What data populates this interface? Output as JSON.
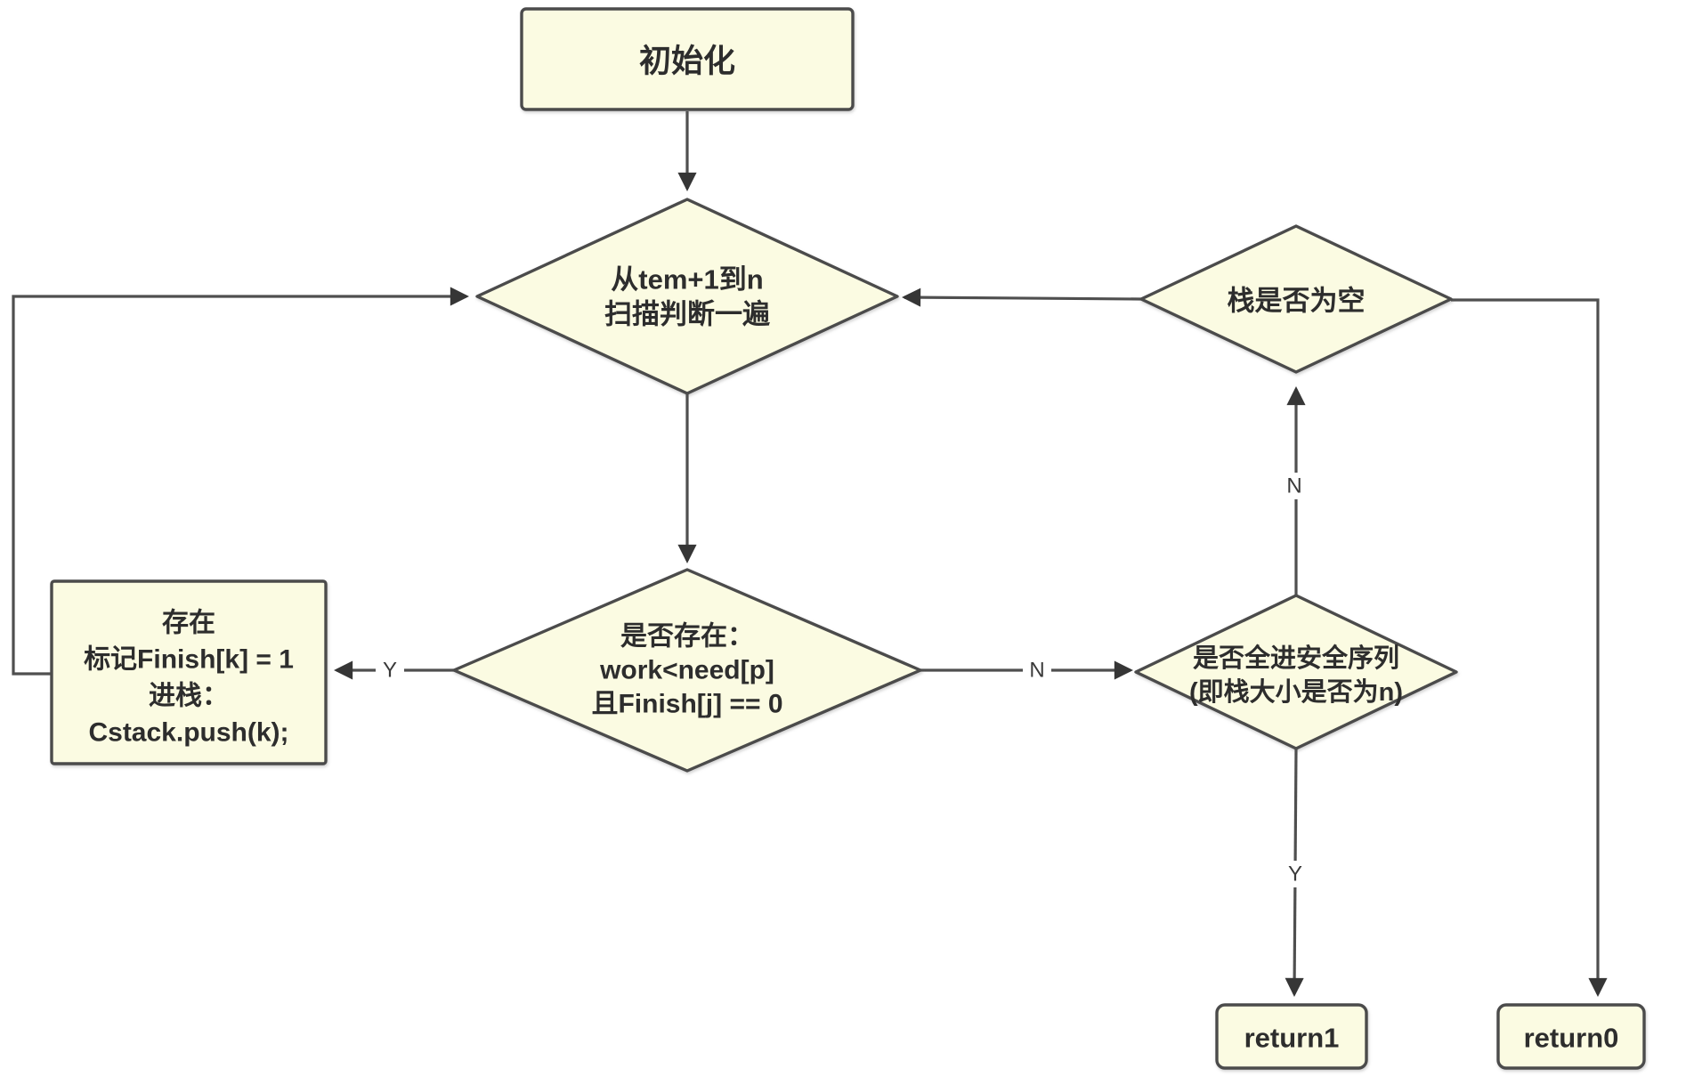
{
  "diagram": {
    "title": "banker-safety-check-flowchart",
    "nodes": {
      "init": {
        "label": "初始化"
      },
      "scan": {
        "line1": "从tem+1到n",
        "line2": "扫描判断一遍"
      },
      "stack_empty": {
        "label": "栈是否为空"
      },
      "exist_check": {
        "line1": "是否存在：",
        "line2": "work<need[p]",
        "line3": "且Finish[j] == 0"
      },
      "exist_action": {
        "line1": "存在",
        "line2": "标记Finish[k] = 1",
        "line3": "进栈：",
        "line4": "Cstack.push(k);"
      },
      "safe_seq": {
        "line1": "是否全进安全序列",
        "line2": "(即栈大小是否为n)"
      },
      "return1": {
        "label": "return1"
      },
      "return0": {
        "label": "return0"
      }
    },
    "edge_labels": {
      "exist_check_no": "N",
      "exist_check_yes": "Y",
      "safe_seq_no": "N",
      "safe_seq_yes": "Y"
    },
    "colors": {
      "node_fill": "#FBFBE2",
      "node_stroke": "#4B4B4B",
      "edge_stroke": "#4F4F4F",
      "arrowhead": "#363636",
      "text": "#2D2D2D",
      "label_text": "#3A3A3A",
      "background": "#FFFFFF"
    }
  }
}
